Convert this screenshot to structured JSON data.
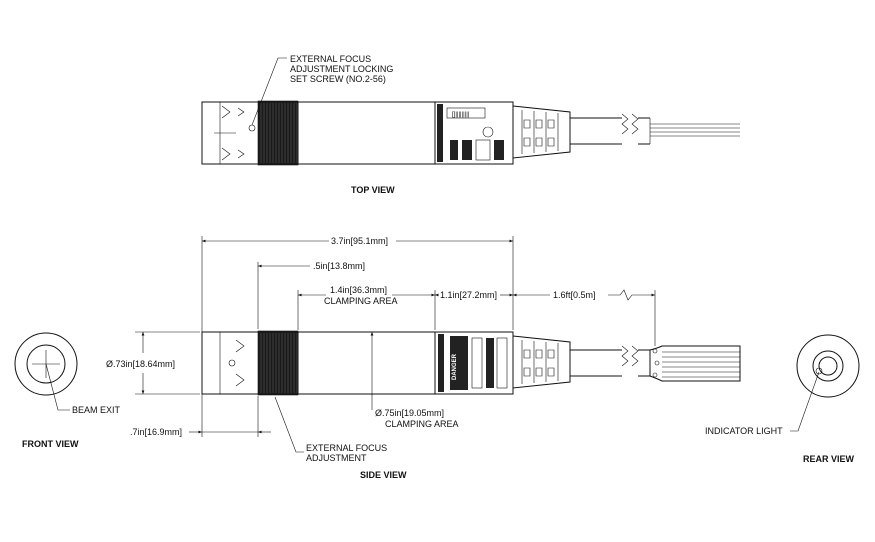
{
  "views": {
    "top": "TOP VIEW",
    "side": "SIDE VIEW",
    "front": "FRONT VIEW",
    "rear": "REAR VIEW"
  },
  "callouts": {
    "locking_screw": [
      "EXTERNAL FOCUS",
      "ADJUSTMENT LOCKING",
      "SET SCREW (NO.2-56)"
    ],
    "focus_adjust": [
      "EXTERNAL FOCUS",
      "ADJUSTMENT"
    ],
    "beam_exit": "BEAM EXIT",
    "indicator_light": "INDICATOR LIGHT"
  },
  "dimensions": {
    "overall_length": "3.7in[95.1mm]",
    "knurl_offset": ".5in[13.8mm]",
    "clamping_length": [
      "1.4in[36.3mm]",
      "CLAMPING AREA"
    ],
    "rear_length": "1.1in[27.2mm]",
    "cable_length": "1.6ft[0.5m]",
    "front_diameter": "Ø.73in[18.64mm]",
    "body_diameter": [
      "Ø.75in[19.05mm]",
      "CLAMPING AREA"
    ],
    "front_length": ".7in[16.9mm]"
  },
  "label_text": {
    "danger": "DANGER"
  }
}
